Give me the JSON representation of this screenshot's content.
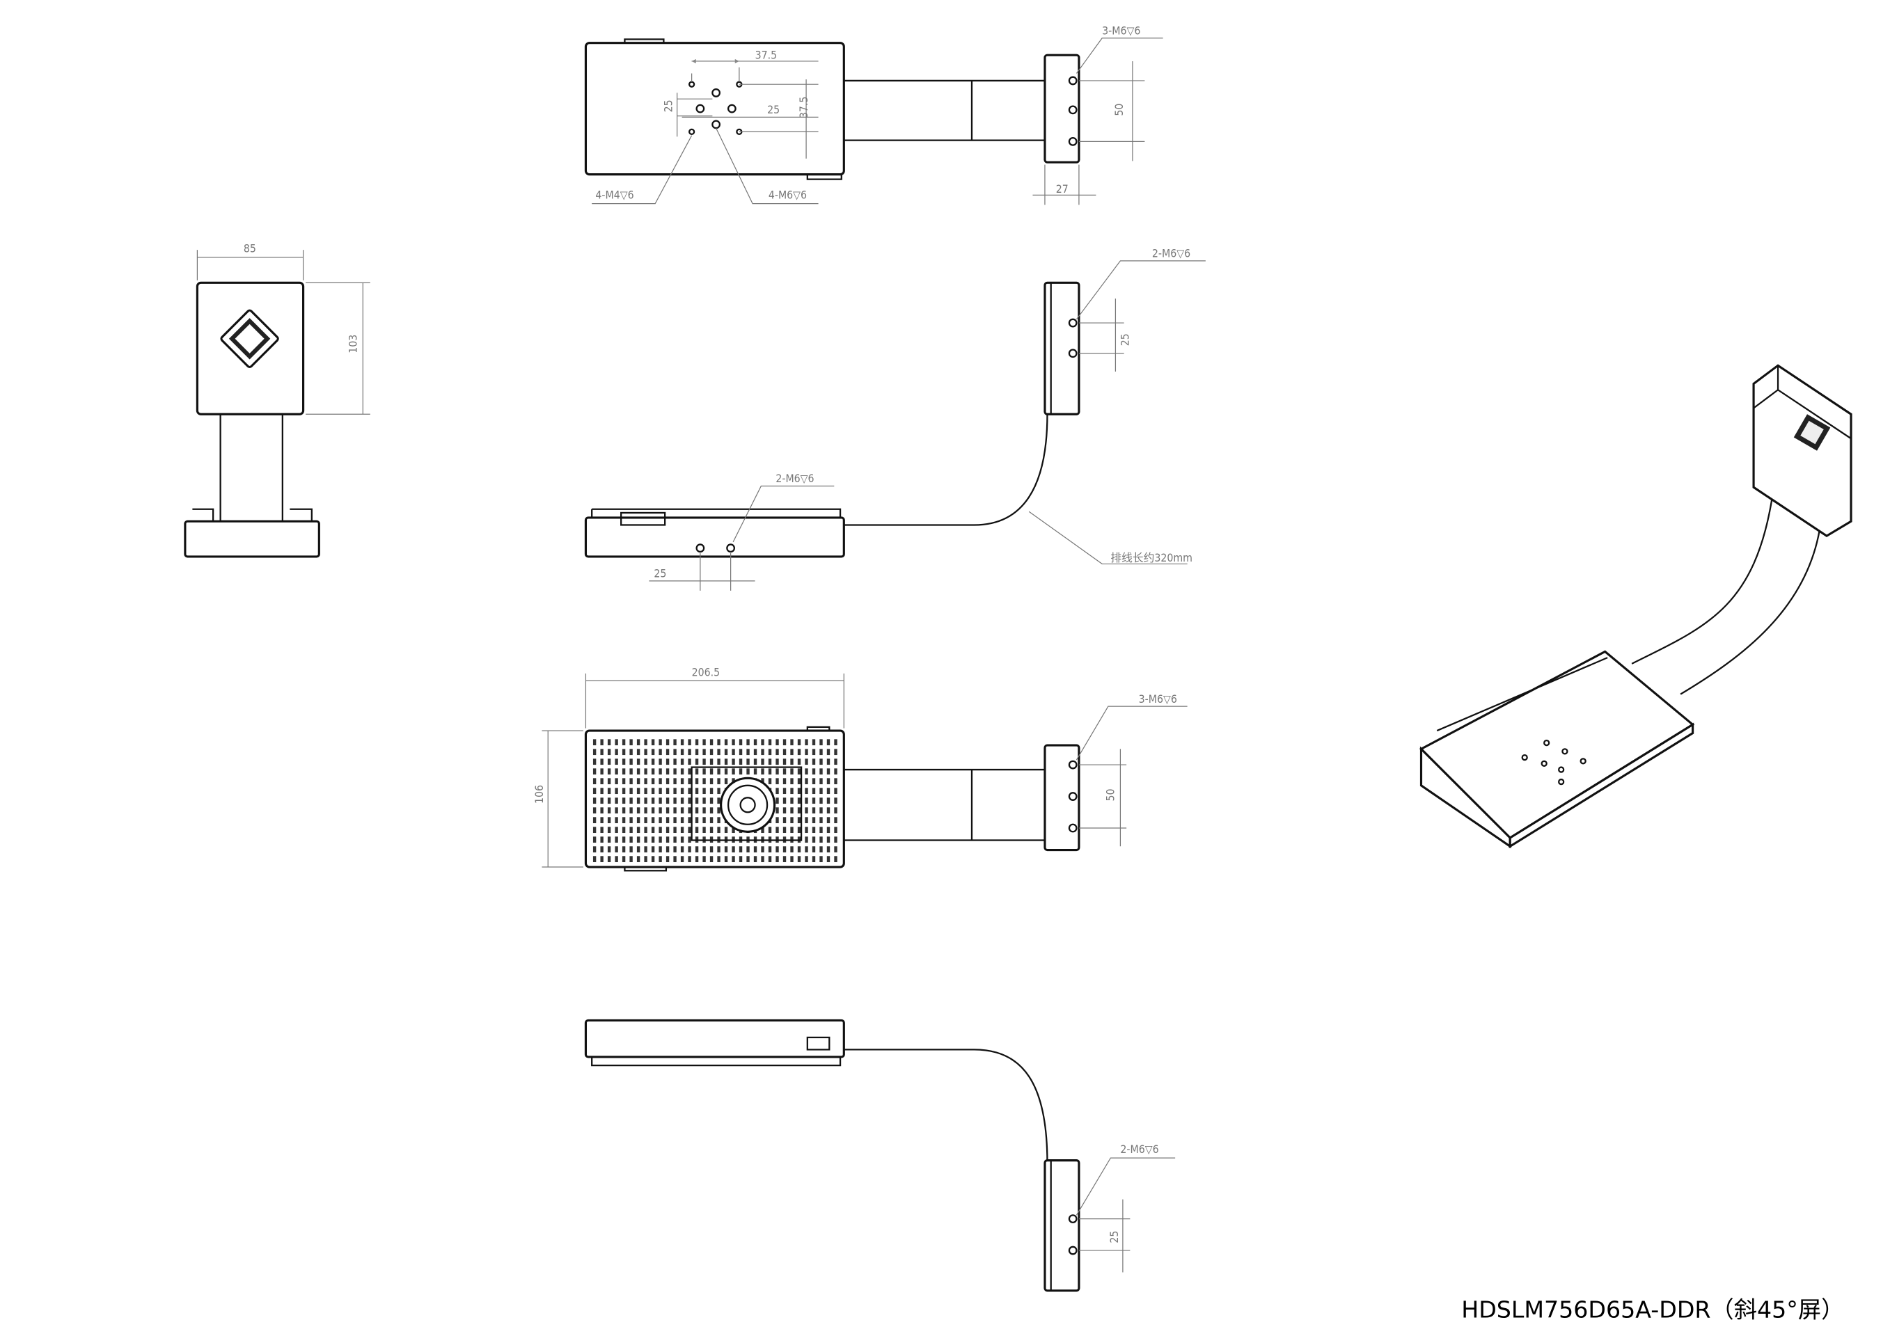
{
  "title": "HDSLM756D65A-DDR（斜45°屏）",
  "top_view": {
    "dim_h_37_5": "37.5",
    "dim_v_37_5": "37.5",
    "dim_v_25": "25",
    "dim_h_25": "25",
    "callout_m4": "4-M4▽6",
    "callout_m6": "4-M6▽6",
    "head_callout": "3-M6▽6",
    "head_dim_50": "50",
    "head_dim_27": "27"
  },
  "side_view": {
    "dim_width": "85",
    "dim_height": "103"
  },
  "front_view": {
    "head_callout": "2-M6▽6",
    "head_dim_25": "25",
    "base_callout": "2-M6▽6",
    "base_dim_25": "25",
    "cable_note": "排线长约320mm"
  },
  "bottom_view": {
    "dim_width": "206.5",
    "dim_height": "106",
    "head_callout": "3-M6▽6",
    "head_dim_50": "50"
  },
  "rear_view": {
    "head_callout": "2-M6▽6",
    "head_dim_25": "25"
  }
}
